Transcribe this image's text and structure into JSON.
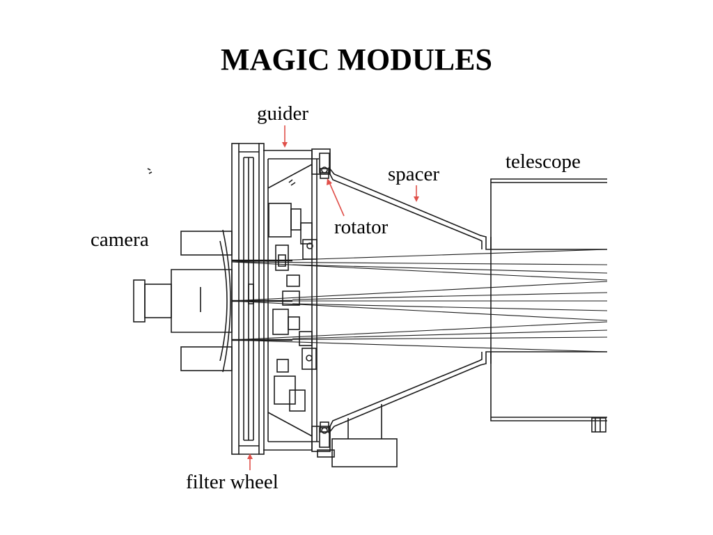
{
  "slide": {
    "title": "MAGIC MODULES"
  },
  "labels": {
    "guider": "guider",
    "telescope": "telescope",
    "spacer": "spacer",
    "rotator": "rotator",
    "camera": "camera",
    "filter_wheel": "filter wheel"
  },
  "colors": {
    "arrow": "#e0504a",
    "line": "#1a1a1a",
    "background": "#ffffff"
  }
}
